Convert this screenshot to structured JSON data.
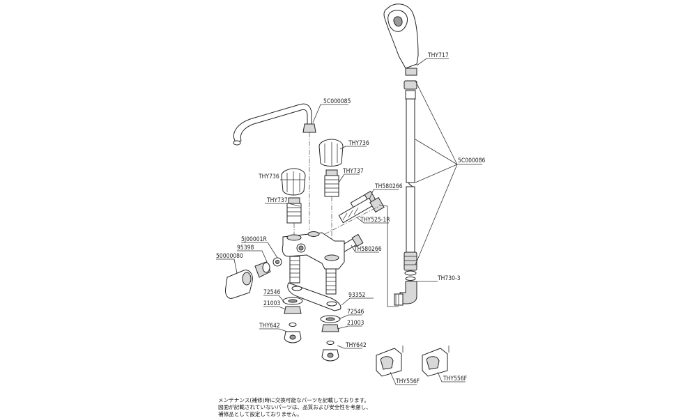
{
  "labels": {
    "spout_pipe": "5C000085",
    "shower_head": "THY717",
    "hose": "5C000086",
    "handle_right": "THY736",
    "handle_left": "THY736",
    "cartridge_right": "THY737",
    "cartridge_left": "THY737",
    "adapter_upper": "TH580266",
    "diverter": "THY525-1R",
    "adapter_lower": "TH580266",
    "packing": "5J00001R",
    "nut_small": "95398",
    "cover": "50000080",
    "hose_fitting": "TH730-3",
    "gasket": "93352",
    "washer_left": "72546",
    "nut_left": "21003",
    "fitting_left": "THY642",
    "washer_right": "72546",
    "nut_right": "21003",
    "fitting_right": "THY642",
    "holder_1": "THY556F",
    "holder_2": "THY556F"
  },
  "note": {
    "line1": "メンテナンス(補修)時に交換可能なパーツを記載しております。",
    "line2": "図面が記載されていないパーツは、品質および安全性を考慮し、",
    "line3": "補修品として設定しておりません。"
  }
}
